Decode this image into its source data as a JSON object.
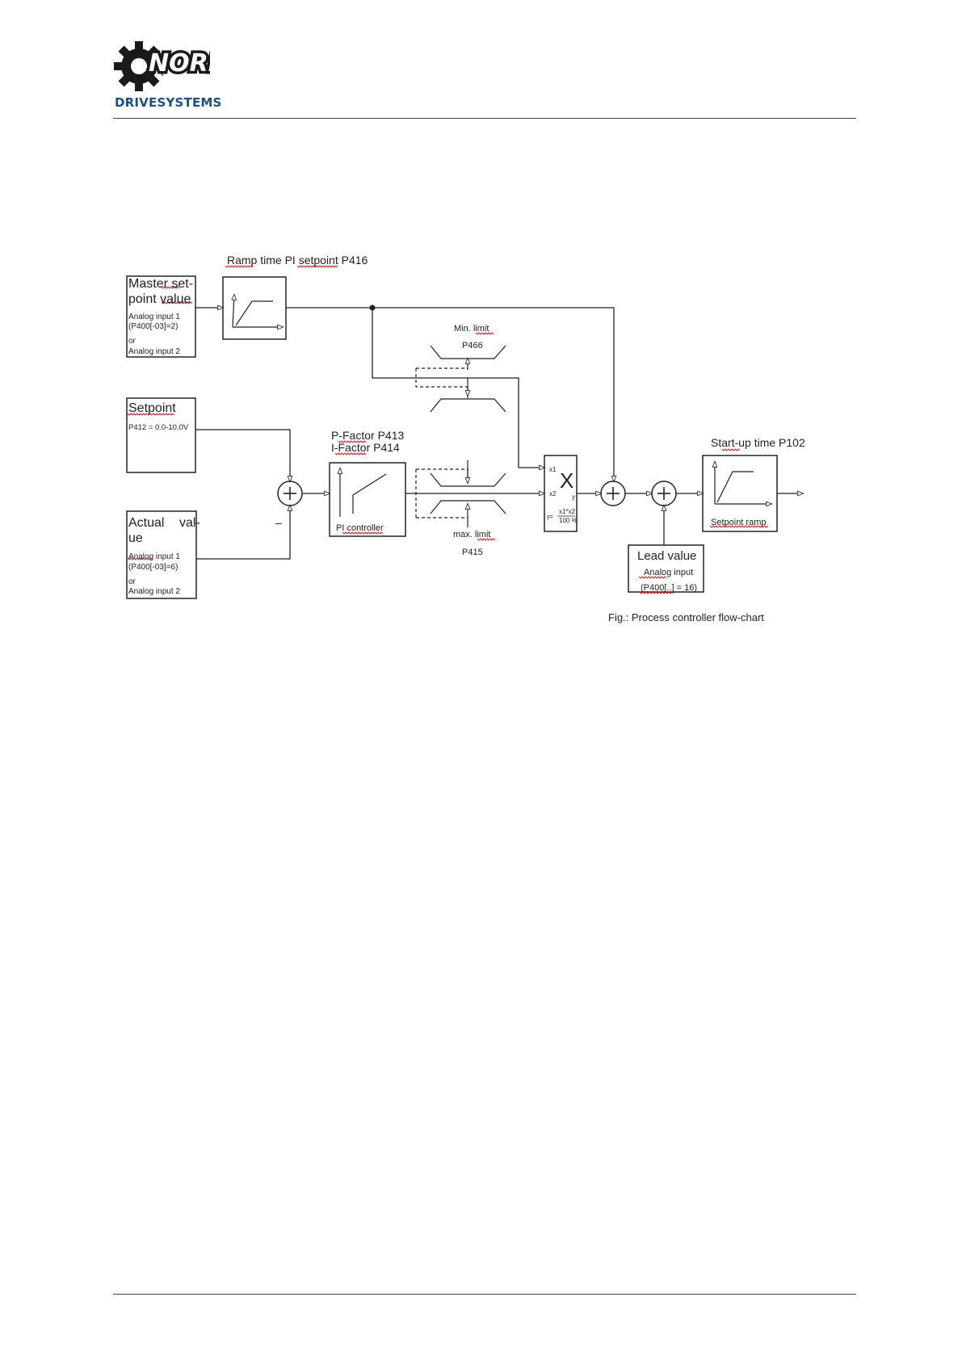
{
  "header": {
    "logo_word": "NORD",
    "brand_name": "DRIVESYSTEMS"
  },
  "diagram": {
    "master": {
      "title_line1": "Master set-",
      "title_line2": "point value",
      "sub1": "Analog input 1",
      "sub2": "(P400[-03]=2)",
      "sub3": "or",
      "sub4": "Analog input 2"
    },
    "ramp_pi_label": "Ramp time PI setpoint P416",
    "setpoint": {
      "title": "Setpoint",
      "sub": "P412 = 0.0-10.0V"
    },
    "actual": {
      "title_line1": "Actual",
      "title_line1b": "val-",
      "title_line2": "ue",
      "sub1": "Analog input 1",
      "sub2": "(P400[-03]=6)",
      "sub3": "or",
      "sub4": "Analog input 2"
    },
    "pi": {
      "p_factor": "P-Factor P413",
      "i_factor": "I-Factor P414",
      "caption": "PI controller"
    },
    "min_limit": {
      "label": "Min. limit",
      "param": "P466"
    },
    "max_limit": {
      "label": "max. limit",
      "param": "P415"
    },
    "multiplier": {
      "symbol": "X",
      "x1": "x1",
      "x2": "x2",
      "y": "y",
      "formula_lhs": "y=",
      "formula_num": "x1*x2",
      "formula_den": "100 %"
    },
    "minus_sign": "–",
    "startup_label": "Start-up time P102",
    "setpoint_ramp": "Setpoint ramp",
    "lead": {
      "title": "Lead value",
      "sub1": "Analog input",
      "sub2": "(P400[..] = 16)"
    },
    "figure_caption": "Fig.: Process controller flow-chart"
  },
  "colors": {
    "brand_blue": "#1b4f86",
    "line": "#222222",
    "spell_underline": "#d0202a"
  }
}
